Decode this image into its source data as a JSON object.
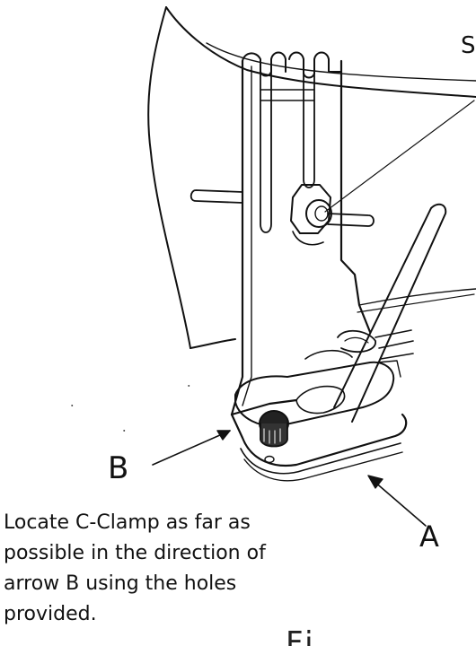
{
  "labels": {
    "s": "S",
    "b": "B",
    "a": "A"
  },
  "instruction_lines": [
    "Locate C-Clamp as far as",
    "possible in the direction of",
    "arrow B using the holes",
    "provided."
  ],
  "footer_fragment": "Fi   "
}
